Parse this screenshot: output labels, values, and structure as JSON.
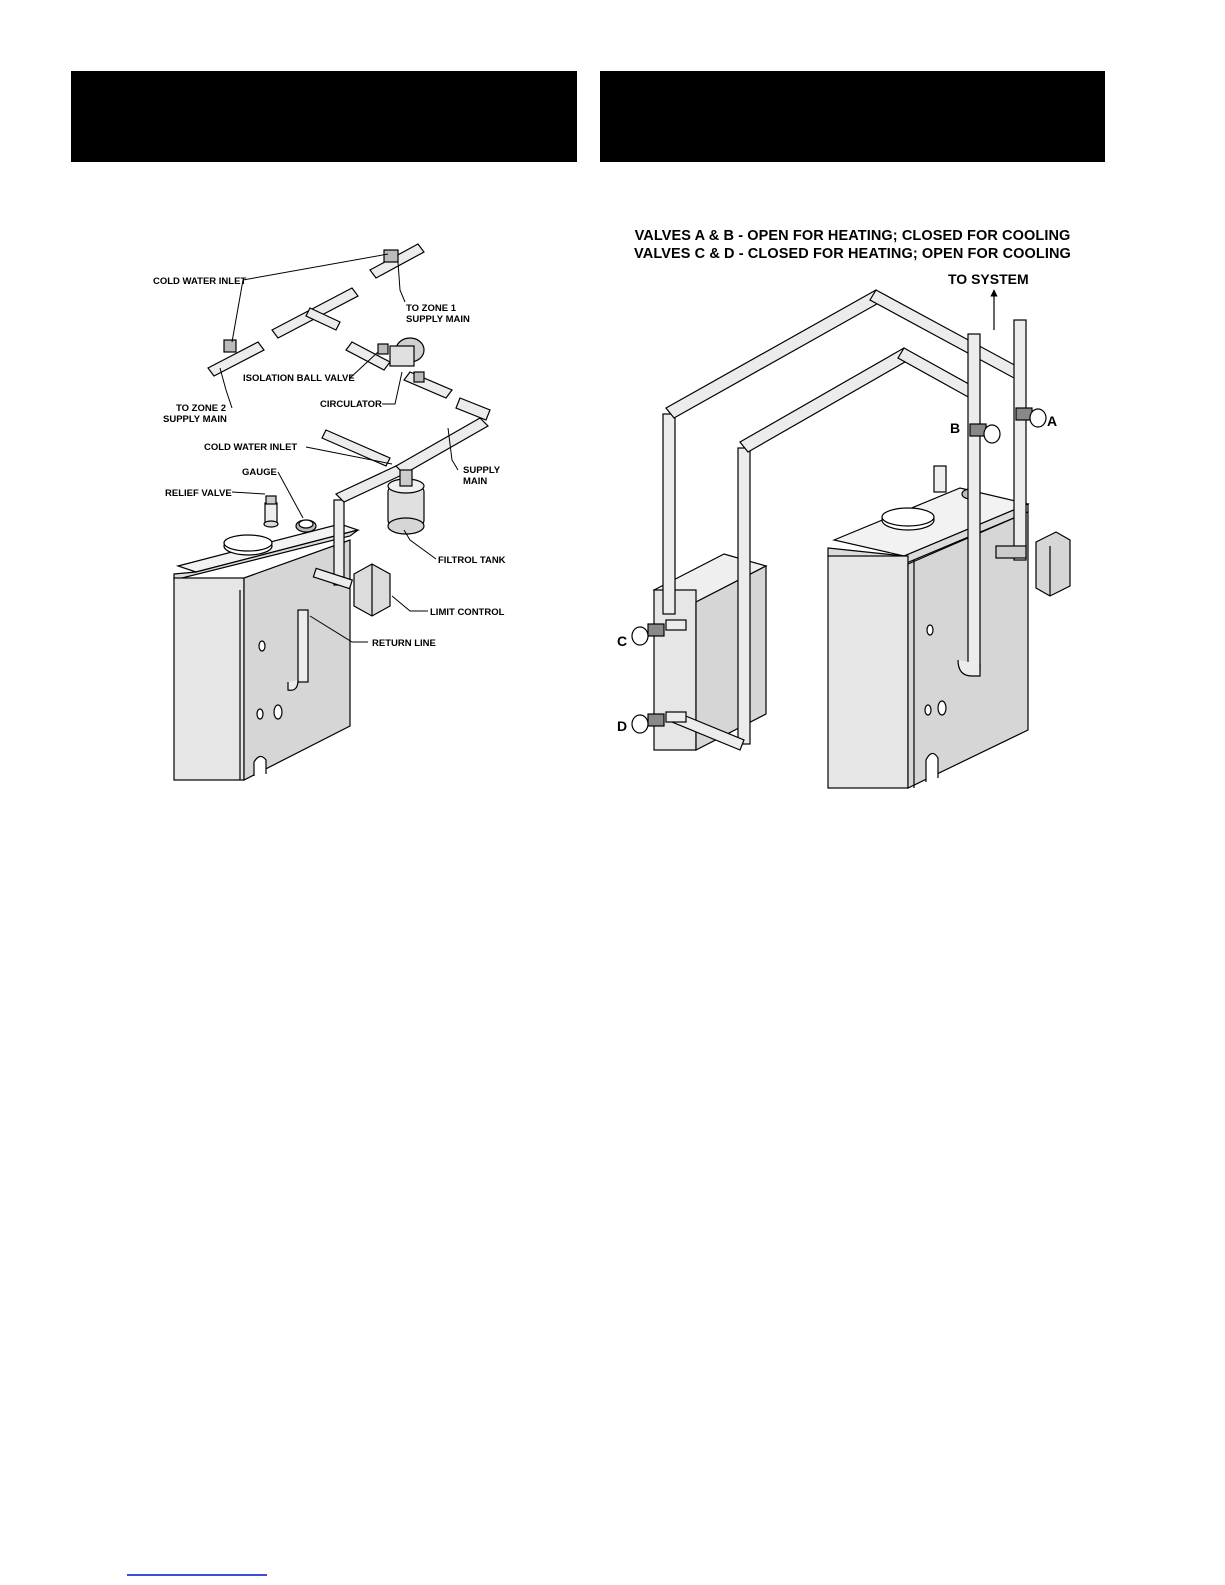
{
  "caption": {
    "line1": "VALVES A & B - OPEN FOR HEATING; CLOSED FOR COOLING",
    "line2": "VALVES C & D - CLOSED FOR HEATING; OPEN FOR COOLING"
  },
  "left_diagram": {
    "cold_water_inlet_top": "COLD WATER INLET",
    "to_zone1_line1": "TO ZONE 1",
    "to_zone1_line2": "SUPPLY MAIN",
    "to_zone2_line1": "TO ZONE 2",
    "to_zone2_line2": "SUPPLY MAIN",
    "isolation_ball_valve": "ISOLATION BALL VALVE",
    "circulator": "CIRCULATOR",
    "cold_water_inlet": "COLD WATER INLET",
    "supply_main_line1": "SUPPLY",
    "supply_main_line2": "MAIN",
    "gauge": "GAUGE",
    "relief_valve": "RELIEF VALVE",
    "filtrol_tank": "FILTROL TANK",
    "limit_control": "LIMIT CONTROL",
    "return_line": "RETURN LINE"
  },
  "right_diagram": {
    "to_system": "TO SYSTEM",
    "valve_a": "A",
    "valve_b": "B",
    "valve_c": "C",
    "valve_d": "D"
  },
  "colors": {
    "banner": "#000000",
    "boiler_fill": "#e4e4e4",
    "pipe_fill": "#ececec",
    "line": "#000000"
  }
}
